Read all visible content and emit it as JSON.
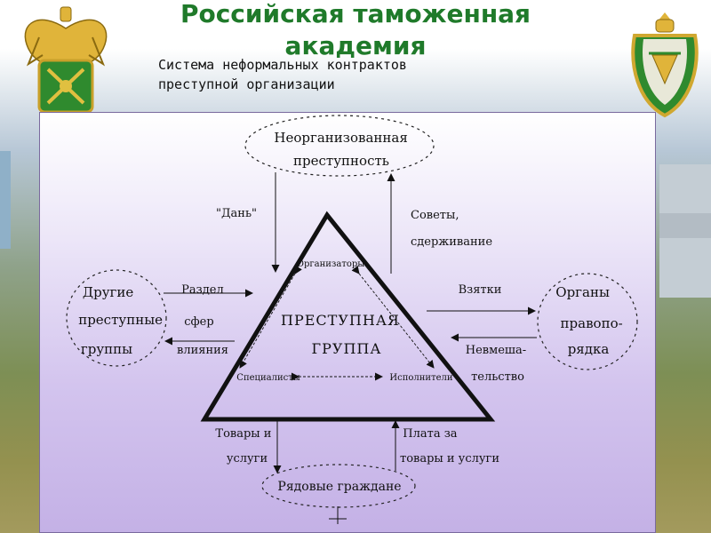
{
  "slide": {
    "title": "Российская таможенная академия",
    "subtitle_line1": "Система неформальных контрактов",
    "subtitle_line2": "преступной организации"
  },
  "diagram": {
    "top_node": [
      "Неорганизованная",
      "преступность"
    ],
    "bottom_node": "Рядовые граждане",
    "left_node": [
      "Другие",
      "преступные",
      "группы"
    ],
    "right_node": [
      "Органы",
      "правопо-",
      "рядка"
    ],
    "center": [
      "ПРЕСТУПНАЯ",
      "ГРУППА"
    ],
    "vertex_top": "Организаторы",
    "vertex_left": "Специалисты",
    "vertex_right": "Исполнители",
    "label_tribute": "\"Дань\"",
    "label_advice": [
      "Советы,",
      "сдерживание"
    ],
    "label_division": [
      "Раздел",
      "сфер",
      "влияния"
    ],
    "label_bribes": "Взятки",
    "label_noninterference": [
      "Невмеша-",
      "тельство"
    ],
    "label_goods": [
      "Товары и",
      "услуги"
    ],
    "label_payment": [
      "Плата за",
      "товары и услуги"
    ]
  }
}
